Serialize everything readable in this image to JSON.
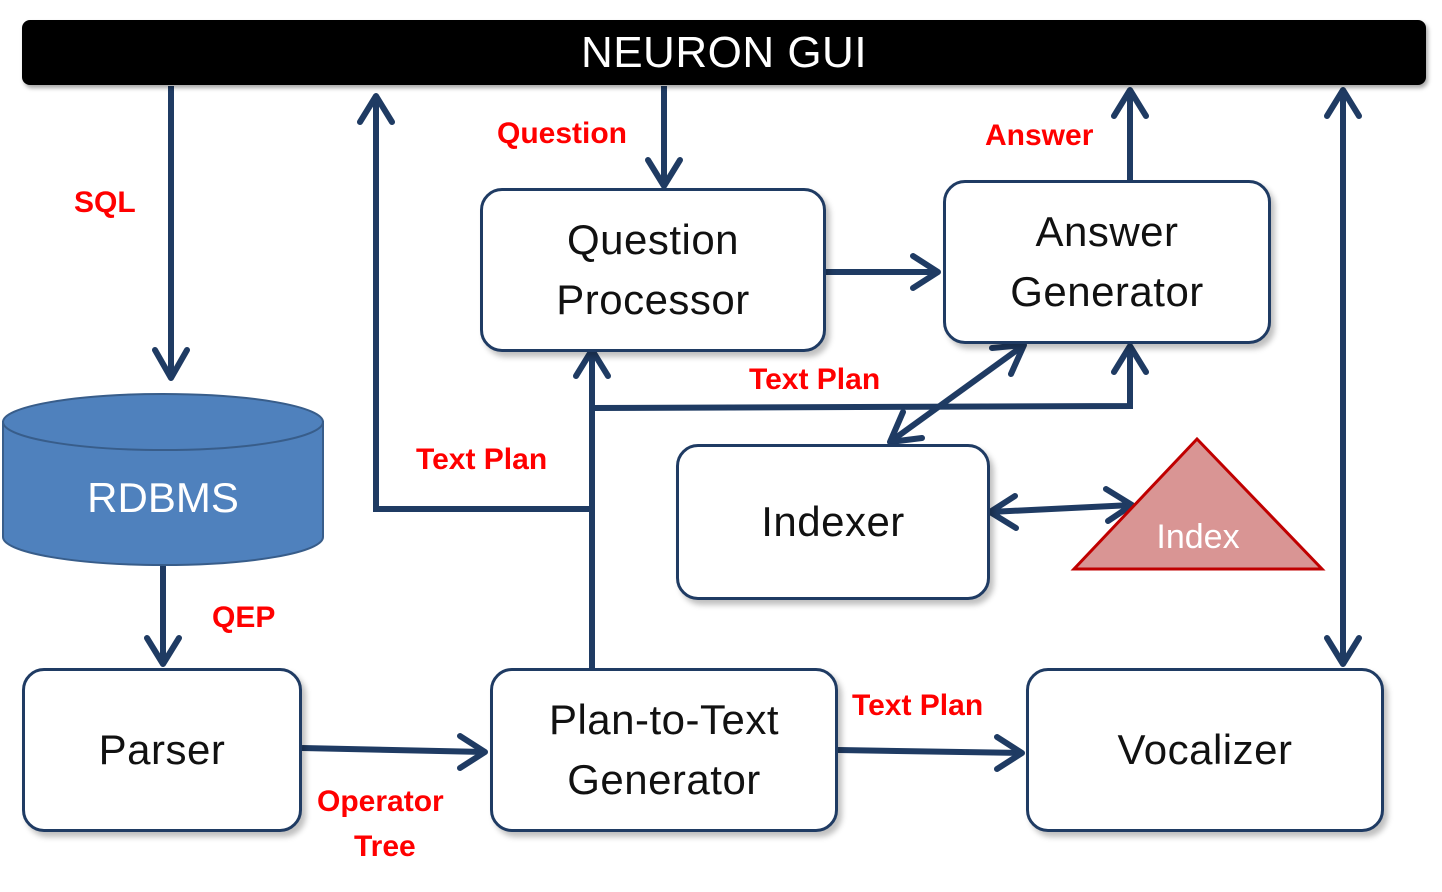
{
  "gui": {
    "title": "NEURON GUI"
  },
  "components": {
    "question_processor": [
      "Question",
      "Processor"
    ],
    "answer_generator": [
      "Answer",
      "Generator"
    ],
    "rdbms": "RDBMS",
    "indexer": "Indexer",
    "index": "Index",
    "parser": "Parser",
    "plan_to_text_generator": [
      "Plan-to-Text",
      "Generator"
    ],
    "vocalizer": "Vocalizer"
  },
  "labels": {
    "sql": "SQL",
    "question": "Question",
    "answer": "Answer",
    "text_plan_top": "Text Plan",
    "text_plan_left": "Text Plan",
    "text_plan_right": "Text Plan",
    "qep": "QEP",
    "operator_tree": [
      "Operator",
      "Tree"
    ]
  },
  "colors": {
    "arrow": "#1f3b63",
    "label": "#ff0000",
    "rdbms_fill": "#4f81bd",
    "index_fill": "#d99594",
    "index_stroke": "#c00000"
  }
}
